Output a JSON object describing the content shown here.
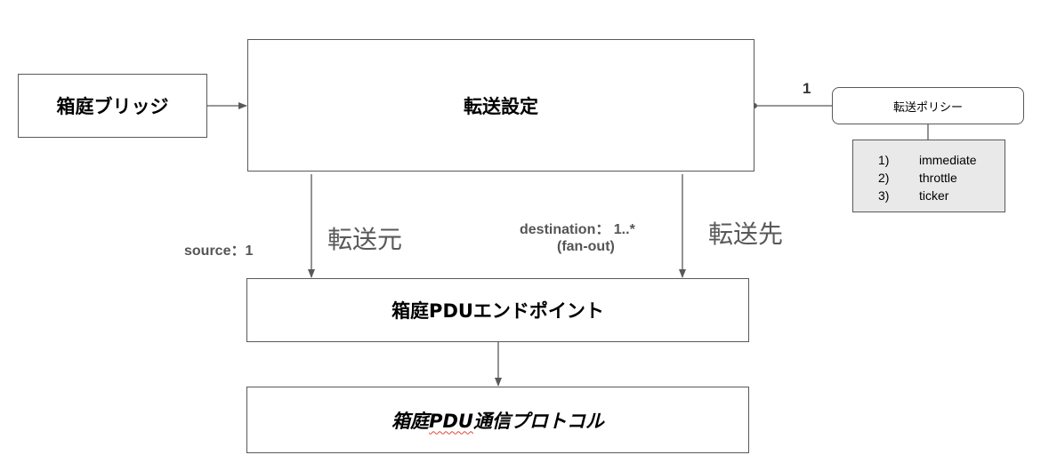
{
  "nodes": {
    "bridge": "箱庭ブリッジ",
    "config": "転送設定",
    "endpoint": "箱庭PDUエンドポイント",
    "protocol_prefix": "箱庭",
    "protocol_underlined": "PDU",
    "protocol_suffix": "通信プロトコル",
    "policy": "転送ポリシー"
  },
  "policy_list": [
    {
      "num": "1)",
      "value": "immediate"
    },
    {
      "num": "2)",
      "value": "throttle"
    },
    {
      "num": "3)",
      "value": "ticker"
    }
  ],
  "edge_labels": {
    "policy_multiplicity": "1",
    "source_multiplicity": "source：1",
    "source_role": "転送元",
    "destination_multiplicity": "destination： 1..*",
    "destination_note": "(fan-out)",
    "destination_role": "転送先"
  },
  "colors": {
    "line": "#595959",
    "policy_fill": "#e9e9e9",
    "spell_underline": "#e0463a"
  }
}
